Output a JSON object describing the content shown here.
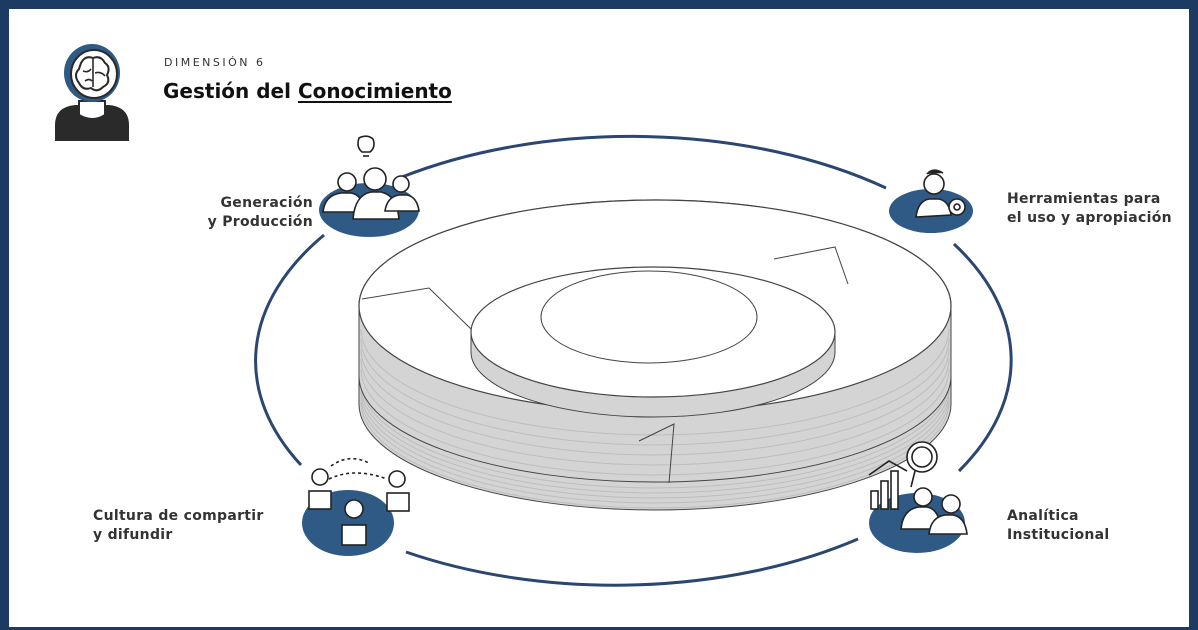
{
  "header": {
    "dimension_label": "DIMENSIÓN 6",
    "title_part1": "Gestión del",
    "title_part2": "Conocimiento",
    "icon": "head-brain-icon"
  },
  "nodes": [
    {
      "id": "generacion",
      "line1": "Generación",
      "line2": "y Producción",
      "icon": "people-idea-icon"
    },
    {
      "id": "herramientas",
      "line1": "Herramientas para",
      "line2": "el uso y apropiación",
      "icon": "person-gear-icon"
    },
    {
      "id": "cultura",
      "line1": "Cultura de compartir",
      "line2": "y difundir",
      "icon": "people-sharing-icon"
    },
    {
      "id": "analitica",
      "line1": "Analítica",
      "line2": "Institucional",
      "icon": "analytics-people-icon"
    }
  ],
  "colors": {
    "accent": "#2f5a86",
    "frame": "#1d3a63",
    "ring": "#2b4670",
    "disc_side": "#d4d4d4"
  }
}
